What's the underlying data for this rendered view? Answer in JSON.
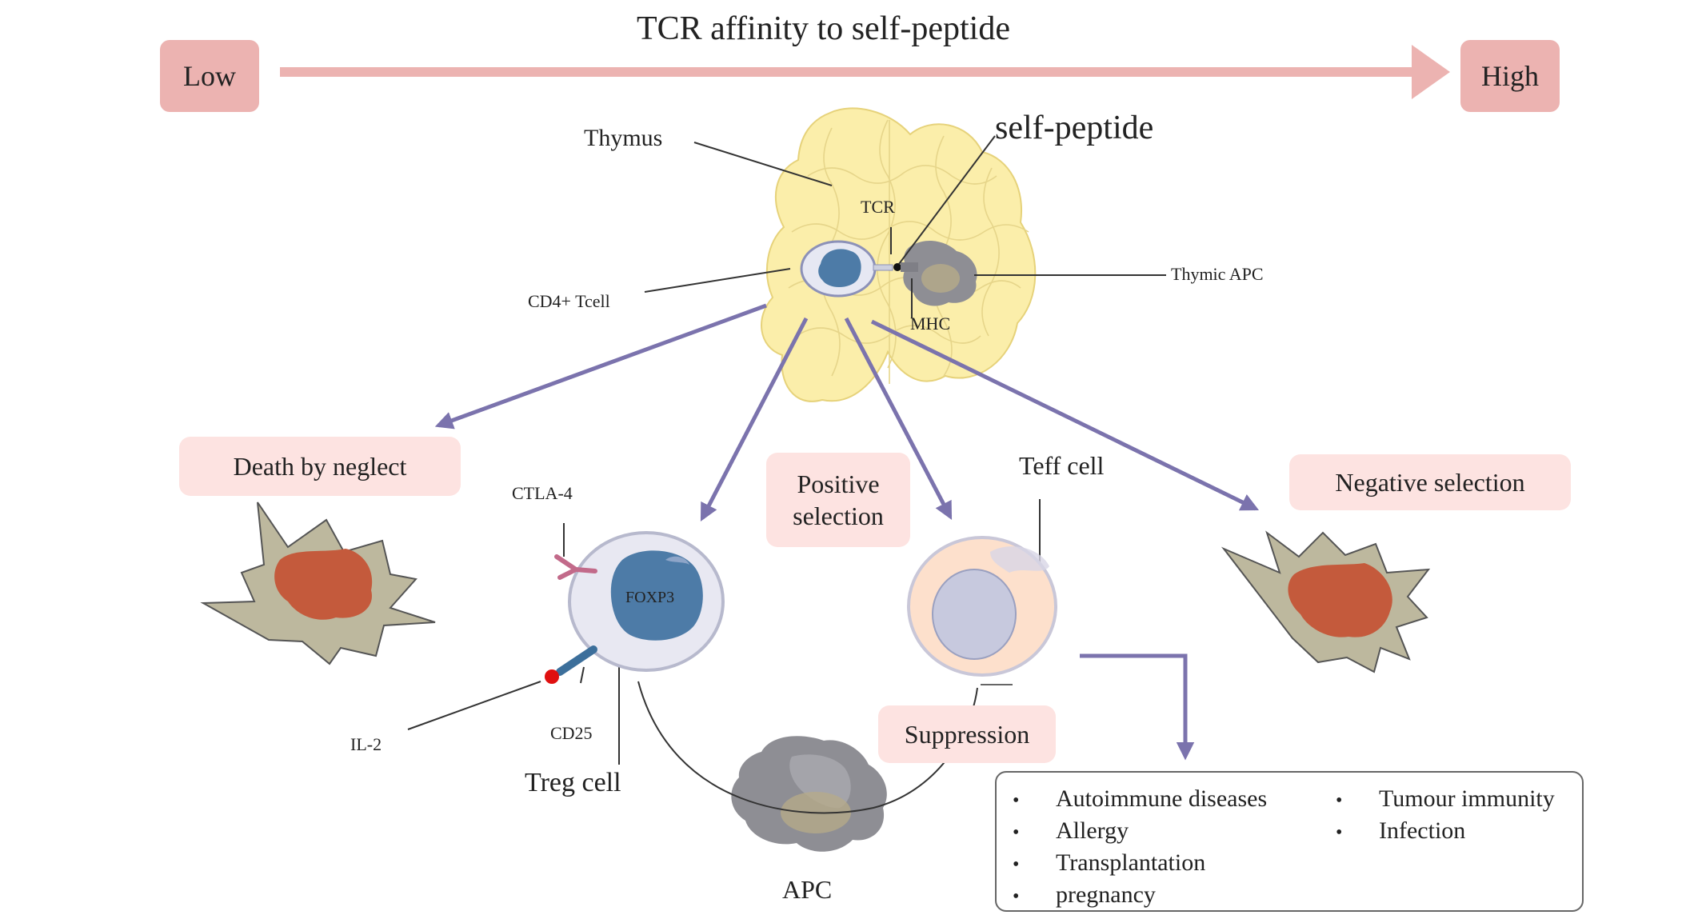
{
  "title": "TCR affinity to self-peptide",
  "scale": {
    "low": "Low",
    "high": "High"
  },
  "labels": {
    "thymus": "Thymus",
    "self_peptide": "self-peptide",
    "tcr": "TCR",
    "cd4_tcell": "CD4+ Tcell",
    "thymic_apc": "Thymic APC",
    "mhc": "MHC",
    "ctla4": "CTLA-4",
    "foxp3": "FOXP3",
    "il2": "IL-2",
    "cd25": "CD25",
    "treg": "Treg cell",
    "teff": "Teff cell",
    "apc": "APC"
  },
  "boxes": {
    "death": "Death by neglect",
    "positive_line1": "Positive",
    "positive_line2": "selection",
    "negative": "Negative selection",
    "suppression": "Suppression"
  },
  "outcomes": {
    "left": [
      "Autoimmune diseases",
      "Allergy",
      "Transplantation",
      "pregnancy"
    ],
    "right": [
      "Tumour immunity",
      "Infection"
    ]
  },
  "colors": {
    "salmon_arrow": "#ecb3b1",
    "pill_bg": "#fde3e1",
    "purple_arrow": "#7b73ad",
    "thymus": "#fbeeaa",
    "nucleus_blue": "#4d7ba7",
    "dead_cell_outer": "#bdb89e",
    "dead_cell_inner": "#c45a3c",
    "apc_gray": "#8e8e94"
  }
}
